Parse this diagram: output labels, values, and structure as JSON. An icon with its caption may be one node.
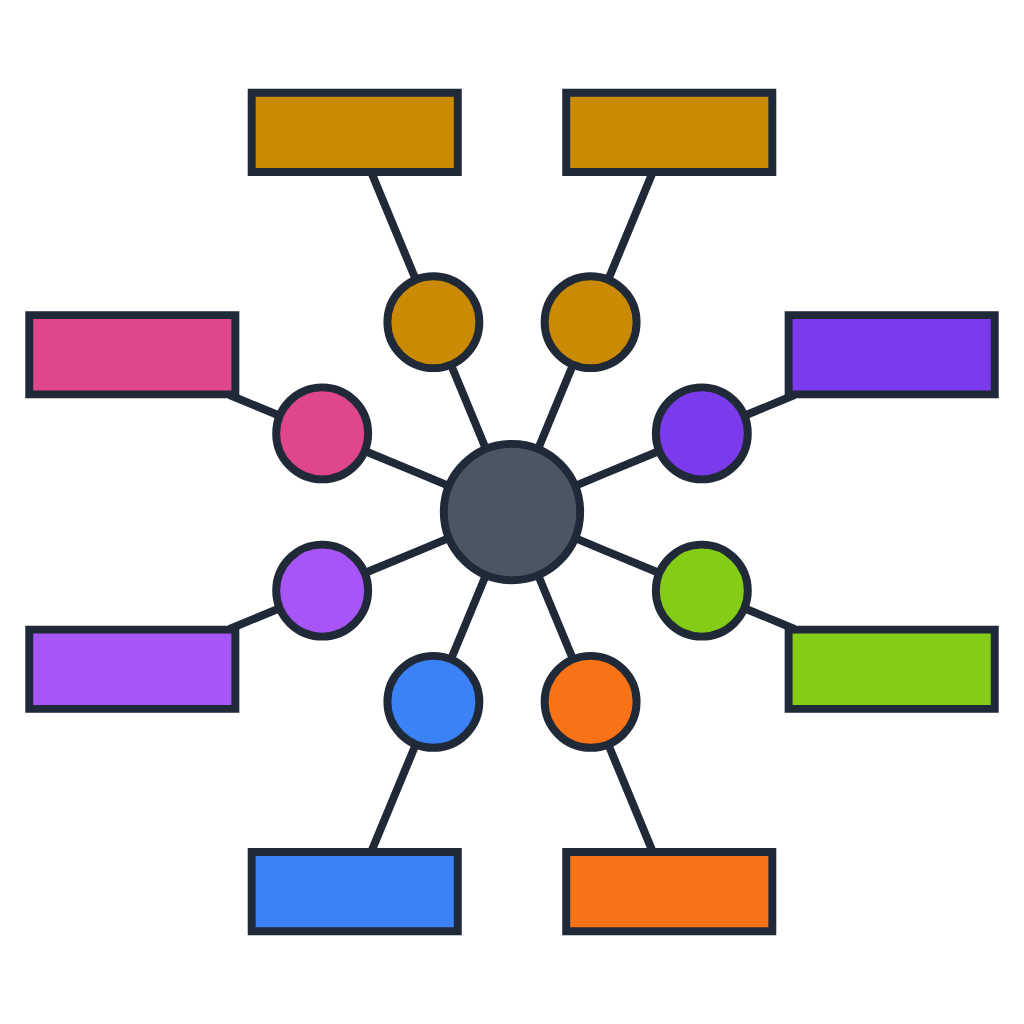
{
  "diagram": {
    "nodes": [
      {
        "text": [],
        "shape": "circle"
      },
      {
        "text": [],
        "shape": "circle"
      },
      {
        "text": [],
        "shape": "circle"
      },
      {
        "text": [],
        "shape": "circle"
      },
      {
        "text": [],
        "shape": "circle"
      },
      {
        "text": [],
        "shape": "circle"
      },
      {
        "text": [],
        "shape": "circle"
      },
      {
        "text": [],
        "shape": "circle"
      },
      {
        "text": [],
        "shape": "circle"
      },
      {
        "text": [],
        "shape": "bar"
      },
      {
        "text": [],
        "shape": "bar"
      },
      {
        "text": [],
        "shape": "bar"
      },
      {
        "text": [],
        "shape": "bar"
      },
      {
        "text": [],
        "shape": "bar"
      },
      {
        "text": [],
        "shape": "bar"
      },
      {
        "text": [],
        "shape": "bar"
      },
      {
        "text": [],
        "shape": "bar"
      }
    ],
    "edges": [
      {
        "from": 0,
        "to": 1,
        "arrow": "none"
      },
      {
        "from": 0,
        "to": 2,
        "arrow": "none"
      },
      {
        "from": 0,
        "to": 3,
        "arrow": "none"
      },
      {
        "from": 0,
        "to": 4,
        "arrow": "none"
      },
      {
        "from": 0,
        "to": 5,
        "arrow": "none"
      },
      {
        "from": 0,
        "to": 6,
        "arrow": "none"
      },
      {
        "from": 0,
        "to": 7,
        "arrow": "none"
      },
      {
        "from": 0,
        "to": 8,
        "arrow": "none"
      },
      {
        "from": 1,
        "to": 9,
        "arrow": "none"
      },
      {
        "from": 2,
        "to": 10,
        "arrow": "none"
      },
      {
        "from": 3,
        "to": 11,
        "arrow": "none"
      },
      {
        "from": 4,
        "to": 12,
        "arrow": "none"
      },
      {
        "from": 5,
        "to": 13,
        "arrow": "none"
      },
      {
        "from": 6,
        "to": 14,
        "arrow": "none"
      },
      {
        "from": 7,
        "to": 15,
        "arrow": "none"
      },
      {
        "from": 8,
        "to": 16,
        "arrow": "none"
      }
    ]
  }
}
